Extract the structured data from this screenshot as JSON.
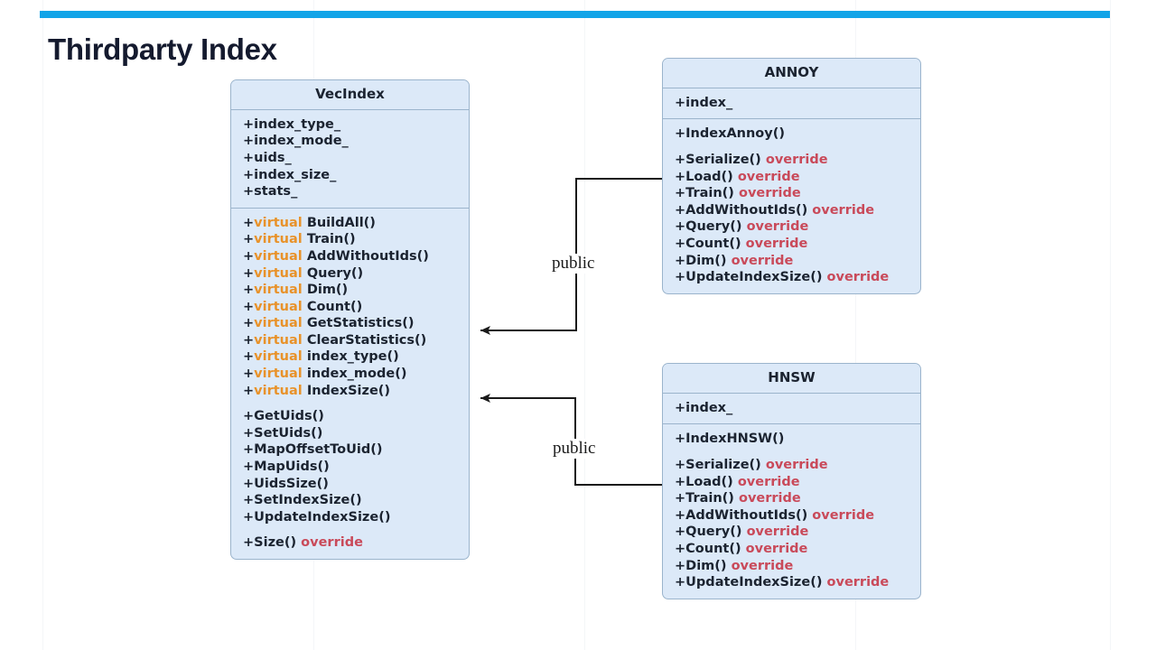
{
  "slide": {
    "title": "Thirdparty Index",
    "accent_color": "#12a4e8",
    "title_color": "#141a2e",
    "background": "#ffffff"
  },
  "theme": {
    "class_fill": "#dce9f8",
    "class_border": "#9bb4cc",
    "text_color": "#1b2330",
    "virtual_keyword_color": "#e8922a",
    "override_keyword_color": "#c94a5a",
    "connector_color": "#1a1a1a"
  },
  "diagram": {
    "type": "uml-class-diagram",
    "classes": [
      {
        "id": "vecindex",
        "name": "VecIndex",
        "role": "base",
        "attributes": [
          {
            "visibility": "+",
            "name": "index_type_"
          },
          {
            "visibility": "+",
            "name": "index_mode_"
          },
          {
            "visibility": "+",
            "name": "uids_"
          },
          {
            "visibility": "+",
            "name": "index_size_"
          },
          {
            "visibility": "+",
            "name": "stats_"
          }
        ],
        "method_groups": [
          {
            "methods": [
              {
                "visibility": "+",
                "keyword": "virtual",
                "name": "BuildAll()"
              },
              {
                "visibility": "+",
                "keyword": "virtual",
                "name": "Train()"
              },
              {
                "visibility": "+",
                "keyword": "virtual",
                "name": "AddWithoutIds()"
              },
              {
                "visibility": "+",
                "keyword": "virtual",
                "name": "Query()"
              },
              {
                "visibility": "+",
                "keyword": "virtual",
                "name": "Dim()"
              },
              {
                "visibility": "+",
                "keyword": "virtual",
                "name": "Count()"
              },
              {
                "visibility": "+",
                "keyword": "virtual",
                "name": "GetStatistics()"
              },
              {
                "visibility": "+",
                "keyword": "virtual",
                "name": "ClearStatistics()"
              },
              {
                "visibility": "+",
                "keyword": "virtual",
                "name": "index_type()"
              },
              {
                "visibility": "+",
                "keyword": "virtual",
                "name": "index_mode()"
              },
              {
                "visibility": "+",
                "keyword": "virtual",
                "name": "IndexSize()"
              }
            ]
          },
          {
            "methods": [
              {
                "visibility": "+",
                "keyword": "",
                "name": "GetUids()"
              },
              {
                "visibility": "+",
                "keyword": "",
                "name": "SetUids()"
              },
              {
                "visibility": "+",
                "keyword": "",
                "name": "MapOffsetToUid()"
              },
              {
                "visibility": "+",
                "keyword": "",
                "name": "MapUids()"
              },
              {
                "visibility": "+",
                "keyword": "",
                "name": "UidsSize()"
              },
              {
                "visibility": "+",
                "keyword": "",
                "name": "SetIndexSize()"
              },
              {
                "visibility": "+",
                "keyword": "",
                "name": "UpdateIndexSize()"
              }
            ]
          },
          {
            "methods": [
              {
                "visibility": "+",
                "keyword": "",
                "name": "Size()",
                "suffix": "override"
              }
            ]
          }
        ]
      },
      {
        "id": "annoy",
        "name": "ANNOY",
        "role": "derived",
        "attributes": [
          {
            "visibility": "+",
            "name": "index_"
          }
        ],
        "method_groups": [
          {
            "methods": [
              {
                "visibility": "+",
                "keyword": "",
                "name": "IndexAnnoy()"
              }
            ]
          },
          {
            "methods": [
              {
                "visibility": "+",
                "keyword": "",
                "name": "Serialize()",
                "suffix": "override"
              },
              {
                "visibility": "+",
                "keyword": "",
                "name": "Load()",
                "suffix": "override"
              },
              {
                "visibility": "+",
                "keyword": "",
                "name": "Train()",
                "suffix": "override"
              },
              {
                "visibility": "+",
                "keyword": "",
                "name": "AddWithoutIds()",
                "suffix": "override"
              },
              {
                "visibility": "+",
                "keyword": "",
                "name": "Query()",
                "suffix": "override"
              },
              {
                "visibility": "+",
                "keyword": "",
                "name": "Count()",
                "suffix": "override"
              },
              {
                "visibility": "+",
                "keyword": "",
                "name": "Dim()",
                "suffix": "override"
              },
              {
                "visibility": "+",
                "keyword": "",
                "name": "UpdateIndexSize()",
                "suffix": "override"
              }
            ]
          }
        ]
      },
      {
        "id": "hnsw",
        "name": "HNSW",
        "role": "derived",
        "attributes": [
          {
            "visibility": "+",
            "name": "index_"
          }
        ],
        "method_groups": [
          {
            "methods": [
              {
                "visibility": "+",
                "keyword": "",
                "name": "IndexHNSW()"
              }
            ]
          },
          {
            "methods": [
              {
                "visibility": "+",
                "keyword": "",
                "name": "Serialize()",
                "suffix": "override"
              },
              {
                "visibility": "+",
                "keyword": "",
                "name": "Load()",
                "suffix": "override"
              },
              {
                "visibility": "+",
                "keyword": "",
                "name": "Train()",
                "suffix": "override"
              },
              {
                "visibility": "+",
                "keyword": "",
                "name": "AddWithoutIds()",
                "suffix": "override"
              },
              {
                "visibility": "+",
                "keyword": "",
                "name": "Query()",
                "suffix": "override"
              },
              {
                "visibility": "+",
                "keyword": "",
                "name": "Count()",
                "suffix": "override"
              },
              {
                "visibility": "+",
                "keyword": "",
                "name": "Dim()",
                "suffix": "override"
              },
              {
                "visibility": "+",
                "keyword": "",
                "name": "UpdateIndexSize()",
                "suffix": "override"
              }
            ]
          }
        ]
      }
    ],
    "relations": [
      {
        "id": "annoy-to-vecindex",
        "from": "annoy",
        "to": "vecindex",
        "kind": "inheritance",
        "label": "public"
      },
      {
        "id": "hnsw-to-vecindex",
        "from": "hnsw",
        "to": "vecindex",
        "kind": "inheritance",
        "label": "public"
      }
    ]
  }
}
